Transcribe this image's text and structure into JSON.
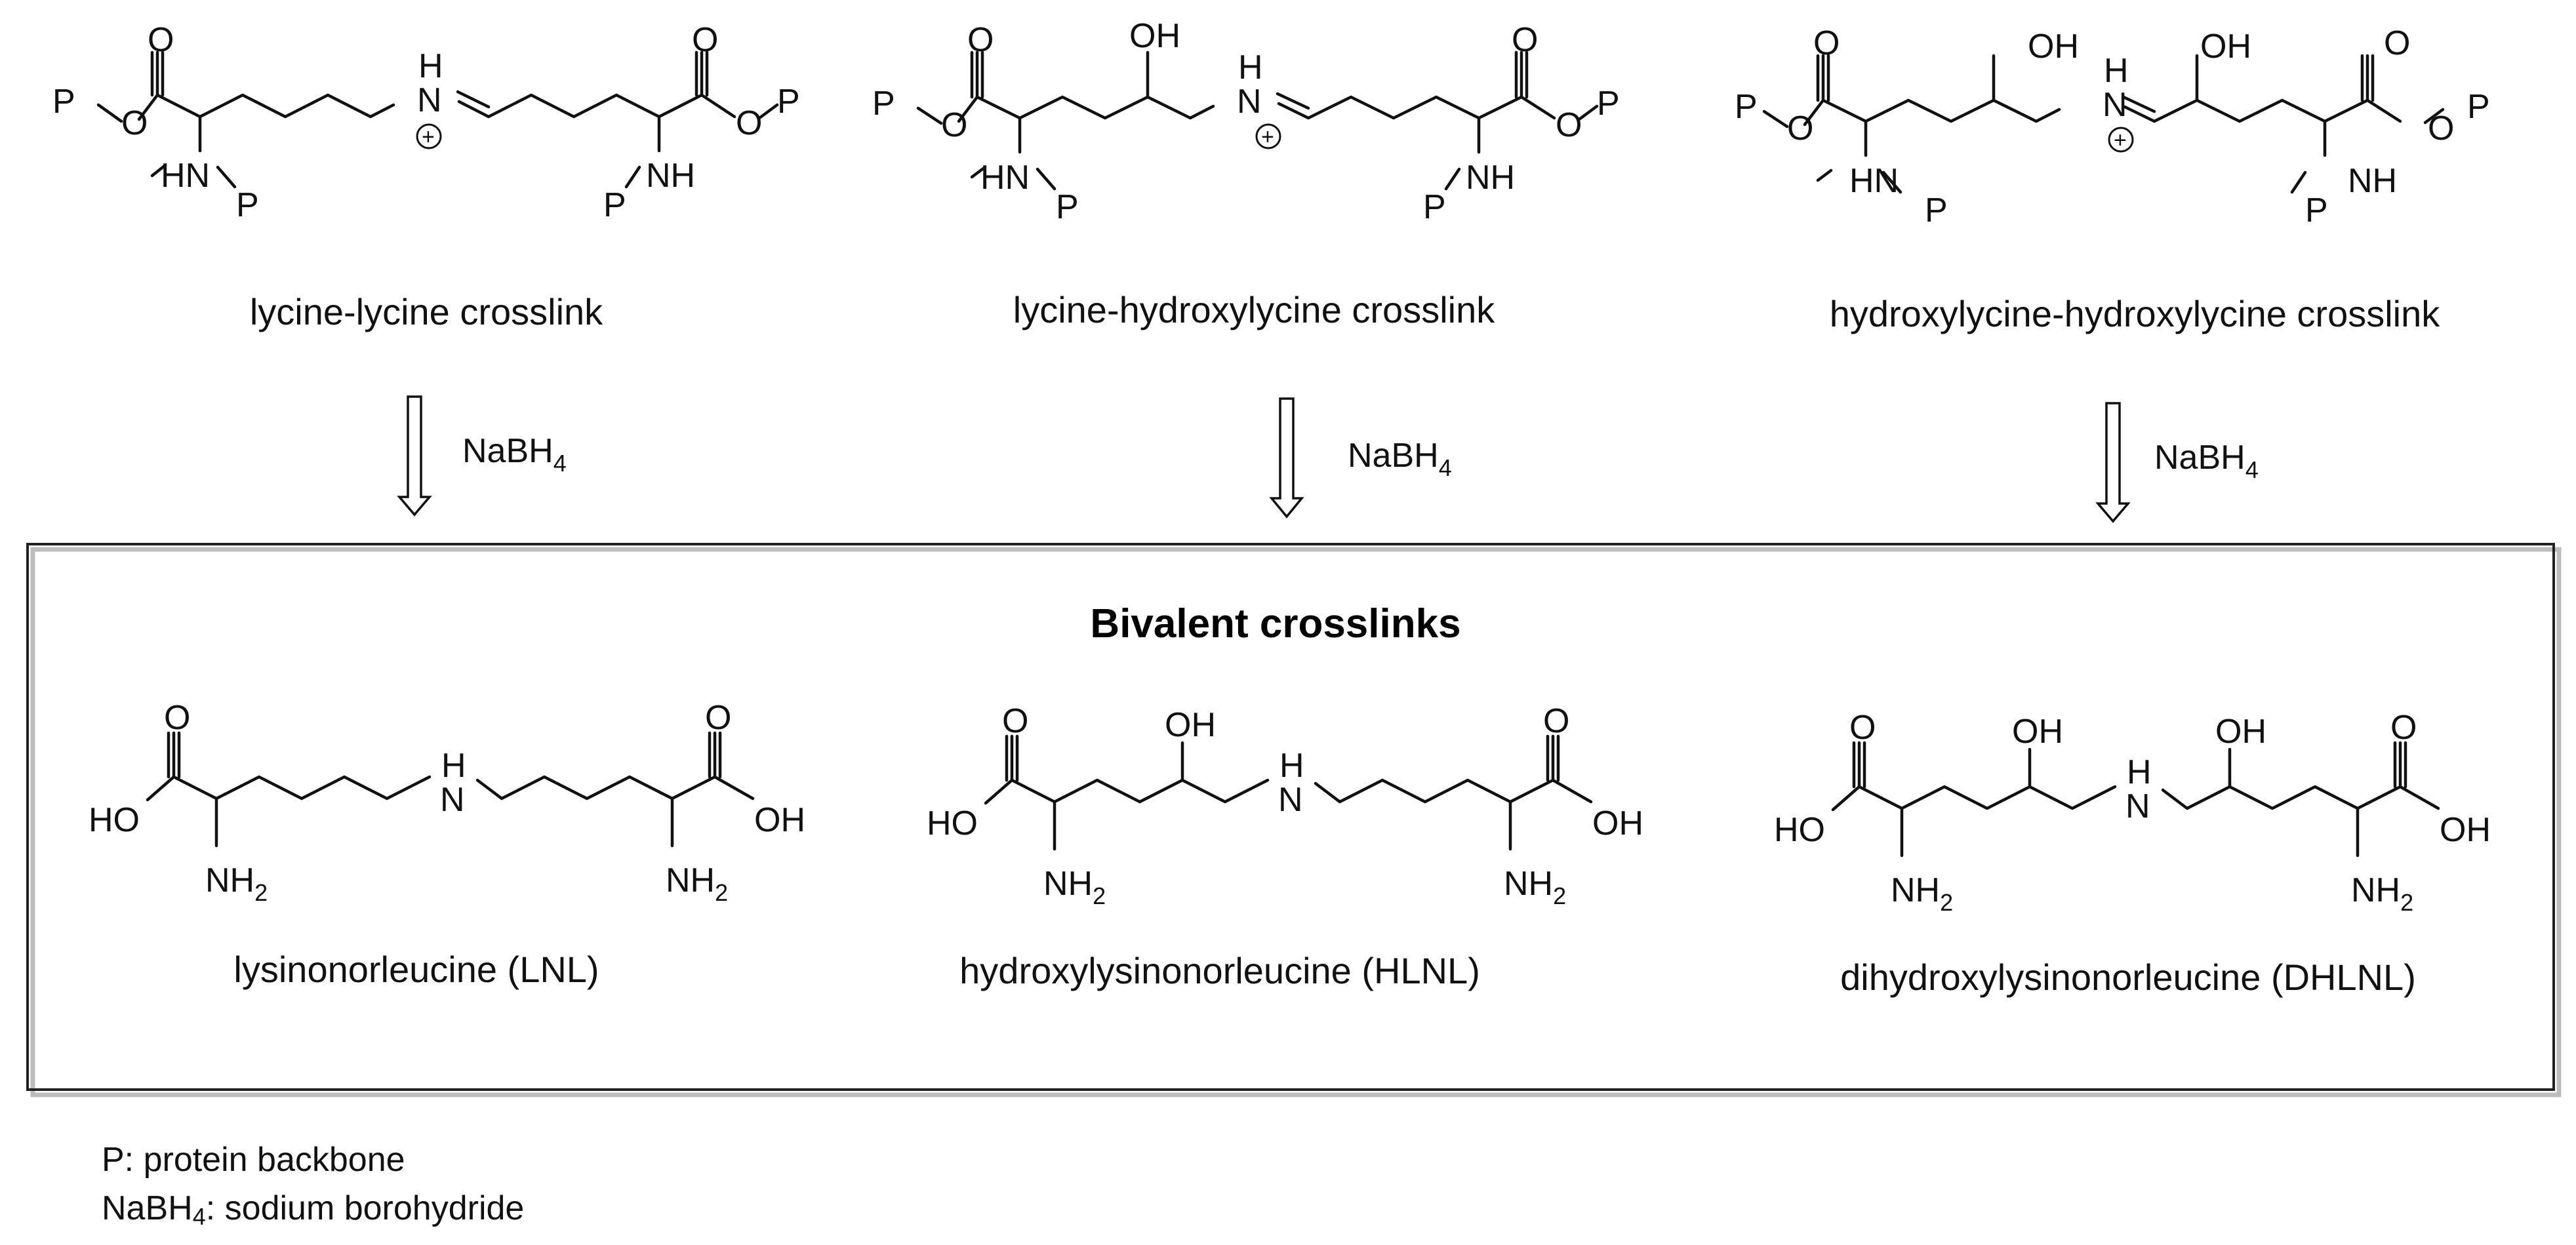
{
  "atoms": {
    "backbone": "P",
    "ester_oxygen": "O",
    "carbonyl_oxygen": "O",
    "amide": "HN",
    "amide_right": "NH",
    "hydroxyl": "OH",
    "hydroxyl_left": "HO",
    "imine_h": "H",
    "imine_n": "N",
    "charge": "+",
    "amine": "NH",
    "amine_sub": "2"
  },
  "reagent": {
    "main": "NaBH",
    "sub": "4"
  },
  "top_row": {
    "captions": [
      "lycine-lycine crosslink",
      "lycine-hydroxylycine crosslink",
      "hydroxylycine-hydroxylycine crosslink"
    ]
  },
  "box": {
    "title": "Bivalent crosslinks",
    "captions": [
      "lysinonorleucine (LNL)",
      "hydroxylysinonorleucine (HLNL)",
      "dihydroxylysinonorleucine (DHLNL)"
    ]
  },
  "legend": {
    "line1": "P: protein backbone",
    "line2_main": "NaBH",
    "line2_sub": "4",
    "line2_rest": ": sodium borohydride"
  }
}
